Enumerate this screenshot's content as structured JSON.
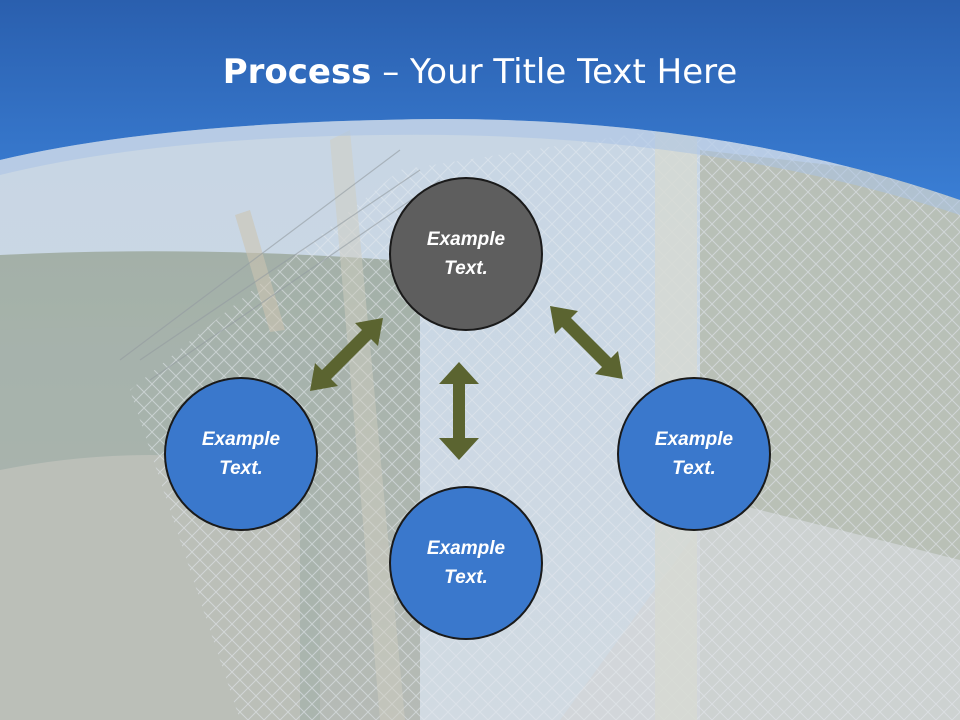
{
  "slide": {
    "title_bold": "Process",
    "title_rest": " – Your Title Text Here"
  },
  "diagram": {
    "nodes": [
      {
        "id": "top",
        "label": "Example Text."
      },
      {
        "id": "left",
        "label": "Example Text."
      },
      {
        "id": "right",
        "label": "Example Text."
      },
      {
        "id": "bottom",
        "label": "Example Text."
      }
    ]
  },
  "colors": {
    "header_blue": "#2f6fc2",
    "node_blue": "#3a78cc",
    "node_gray": "#5e5e5e",
    "arrow_olive": "#5b6430"
  },
  "icons": [
    "double-arrow-icon"
  ]
}
